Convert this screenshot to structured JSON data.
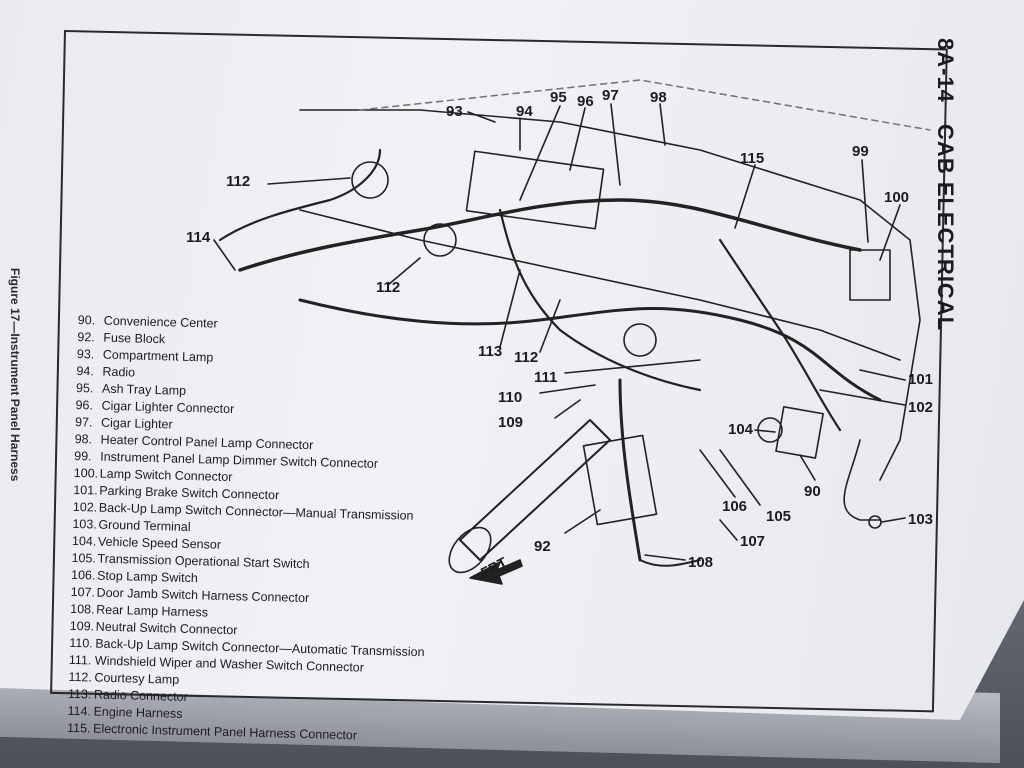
{
  "header": {
    "section_number": "8A-14",
    "section_title": "CAB ELECTRICAL"
  },
  "figure_caption": "Figure 17—Instrument Panel Harness",
  "front_label": "FRT",
  "callouts": {
    "c90": "90",
    "c92": "92",
    "c93": "93",
    "c94": "94",
    "c95": "95",
    "c96": "96",
    "c97": "97",
    "c98": "98",
    "c99": "99",
    "c100": "100",
    "c101": "101",
    "c102": "102",
    "c103": "103",
    "c104": "104",
    "c105": "105",
    "c106": "106",
    "c107": "107",
    "c108": "108",
    "c109": "109",
    "c110": "110",
    "c111": "111",
    "c112a": "112",
    "c112b": "112",
    "c112c": "112",
    "c113": "113",
    "c114": "114",
    "c115": "115"
  },
  "legend": [
    {
      "num": "90.",
      "label": "Convenience Center"
    },
    {
      "num": "92.",
      "label": "Fuse Block"
    },
    {
      "num": "93.",
      "label": "Compartment Lamp"
    },
    {
      "num": "94.",
      "label": "Radio"
    },
    {
      "num": "95.",
      "label": "Ash Tray Lamp"
    },
    {
      "num": "96.",
      "label": "Cigar Lighter Connector"
    },
    {
      "num": "97.",
      "label": "Cigar Lighter"
    },
    {
      "num": "98.",
      "label": "Heater Control Panel Lamp Connector"
    },
    {
      "num": "99.",
      "label": "Instrument Panel Lamp Dimmer Switch Connector"
    },
    {
      "num": "100.",
      "label": "Lamp Switch Connector"
    },
    {
      "num": "101.",
      "label": "Parking Brake Switch Connector"
    },
    {
      "num": "102.",
      "label": "Back-Up Lamp Switch Connector—Manual Transmission"
    },
    {
      "num": "103.",
      "label": "Ground Terminal"
    },
    {
      "num": "104.",
      "label": "Vehicle Speed Sensor"
    },
    {
      "num": "105.",
      "label": "Transmission Operational Start Switch"
    },
    {
      "num": "106.",
      "label": "Stop Lamp Switch"
    },
    {
      "num": "107.",
      "label": "Door Jamb Switch Harness Connector"
    },
    {
      "num": "108.",
      "label": "Rear Lamp Harness"
    },
    {
      "num": "109.",
      "label": "Neutral Switch Connector"
    },
    {
      "num": "110.",
      "label": "Back-Up Lamp Switch Connector—Automatic Transmission"
    },
    {
      "num": "111.",
      "label": "Windshield Wiper and Washer Switch Connector"
    },
    {
      "num": "112.",
      "label": "Courtesy Lamp"
    },
    {
      "num": "113.",
      "label": "Radio Connector"
    },
    {
      "num": "114.",
      "label": "Engine Harness"
    },
    {
      "num": "115.",
      "label": "Electronic Instrument Panel Harness Connector"
    }
  ]
}
